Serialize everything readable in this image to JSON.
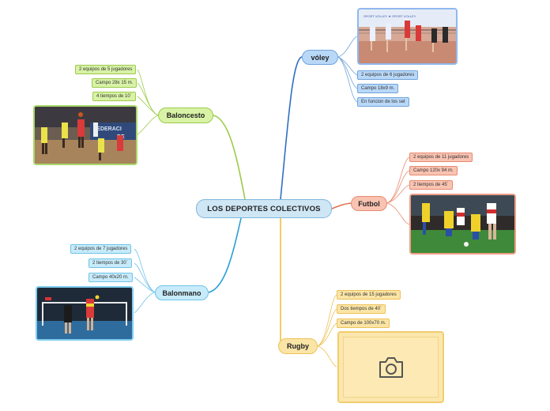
{
  "root": {
    "label": "LOS DEPORTES COLECTIVOS"
  },
  "branches": {
    "baloncesto": {
      "label": "Baloncesto",
      "facts": [
        "2 equipos de 5 jugadores",
        "Campo 28x 15 m.",
        "4 tiempos de 10´"
      ]
    },
    "voley": {
      "label": "vóley",
      "facts": [
        "2 equipos de 6 jugadores",
        "Campo 18x9 m.",
        "En funcion de los set"
      ]
    },
    "futbol": {
      "label": "Futbol",
      "facts": [
        "2 equipos de 11 jugadores",
        "Campo 120x 94 m.",
        "2 tiempos de 45´"
      ]
    },
    "balonmano": {
      "label": "Balonmano",
      "facts": [
        "2 equipos de 7 jugadores",
        "2 tiempos de 30´",
        "Campo 40x20 m."
      ]
    },
    "rugby": {
      "label": "Rugby",
      "facts": [
        "2 equipos de 15 jugadores",
        "Dos tiempos de 40´",
        "Campo de 100x70 m."
      ]
    }
  },
  "image_placeholder": {
    "icon": "camera-icon"
  },
  "colors": {
    "baloncesto": "#9ccb4a",
    "voley": "#2f6fc0",
    "futbol": "#e07050",
    "balonmano": "#2a9fd6",
    "rugby": "#f0c040",
    "root": "#7fb7dc"
  }
}
